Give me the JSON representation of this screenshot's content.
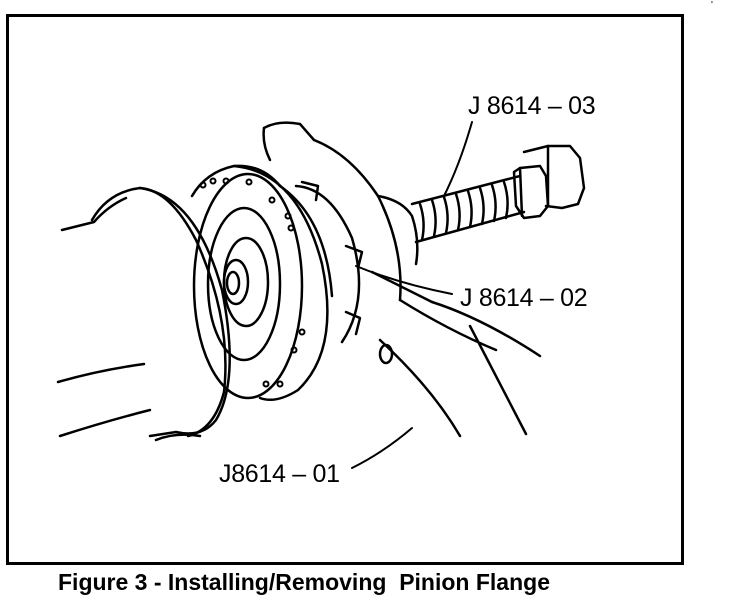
{
  "figure": {
    "caption": "Figure 3 - Installing/Removing  Pinion Flange",
    "callouts": {
      "tool_03": "J 8614 – 03",
      "tool_02": "J 8614 – 02",
      "tool_01": "J8614 – 01"
    },
    "corner_mark": "'"
  }
}
